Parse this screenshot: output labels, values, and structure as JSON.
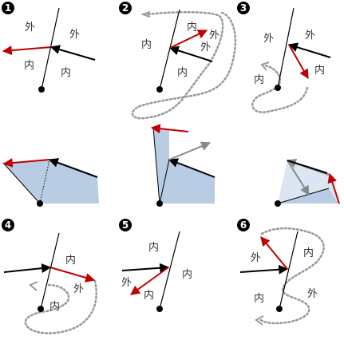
{
  "labels": {
    "outside": "外",
    "inside": "内"
  },
  "panel_numbers": [
    "1",
    "2",
    "3",
    "4",
    "5",
    "6"
  ],
  "colors": {
    "line": "#000000",
    "red_arrow": "#c00000",
    "gray_arrow": "#888888",
    "dotted_path": "#999999",
    "fill_blue": "#b8cce4",
    "fill_light_blue": "#dce6f2"
  }
}
